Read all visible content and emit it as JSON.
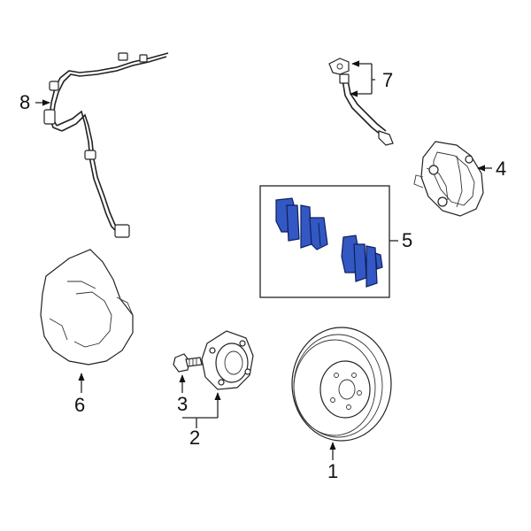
{
  "callouts": {
    "c1": "1",
    "c2": "2",
    "c3": "3",
    "c4": "4",
    "c5": "5",
    "c6": "6",
    "c7": "7",
    "c8": "8"
  },
  "parts": [
    {
      "number": "1",
      "icon": "brake-rotor-icon"
    },
    {
      "number": "2",
      "icon": "wheel-hub-assembly-icon"
    },
    {
      "number": "3",
      "icon": "hub-bolt-icon"
    },
    {
      "number": "4",
      "icon": "caliper-bracket-icon"
    },
    {
      "number": "5",
      "icon": "brake-pad-set-icon"
    },
    {
      "number": "6",
      "icon": "splash-shield-icon"
    },
    {
      "number": "7",
      "icon": "brake-hose-icon"
    },
    {
      "number": "8",
      "icon": "abs-sensor-wire-icon"
    }
  ],
  "colors": {
    "pad_fill": "#3358c4",
    "pad_stroke": "#0d1f5c",
    "line": "#222222"
  }
}
